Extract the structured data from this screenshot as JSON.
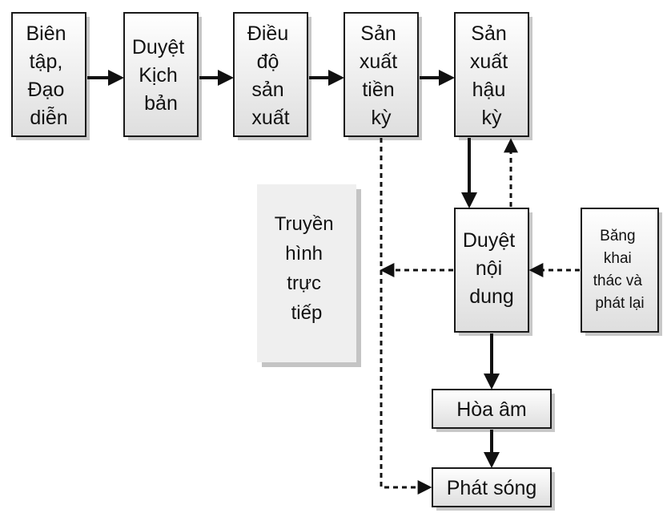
{
  "nodes": {
    "bien_tap": [
      "Biên",
      "tập,",
      "Đạo",
      "diễn"
    ],
    "duyet_kich_ban": [
      "Duyệt",
      "Kịch",
      "bản"
    ],
    "dieu_do": [
      "Điều",
      "độ",
      "sản",
      "xuất"
    ],
    "san_xuat_tien_ky": [
      "Sản",
      "xuất",
      "tiền",
      "kỳ"
    ],
    "san_xuat_hau_ky": [
      "Sản",
      "xuất",
      "hậu",
      "kỳ"
    ],
    "duyet_noi_dung": [
      "Duyệt",
      "nội",
      "dung"
    ],
    "bang_khai_thac": [
      "Băng",
      "khai",
      "thác và",
      "phát lại"
    ],
    "hoa_am": [
      "Hòa âm"
    ],
    "phat_song": [
      "Phát sóng"
    ],
    "truyen_hinh_truc_tiep": [
      "Truyền",
      "hình",
      "trực",
      "tiếp"
    ]
  },
  "colors": {
    "box_fill_top": "#ffffff",
    "box_fill_bottom": "#dedede",
    "panel_fill": "#efefef",
    "line": "#111111"
  }
}
